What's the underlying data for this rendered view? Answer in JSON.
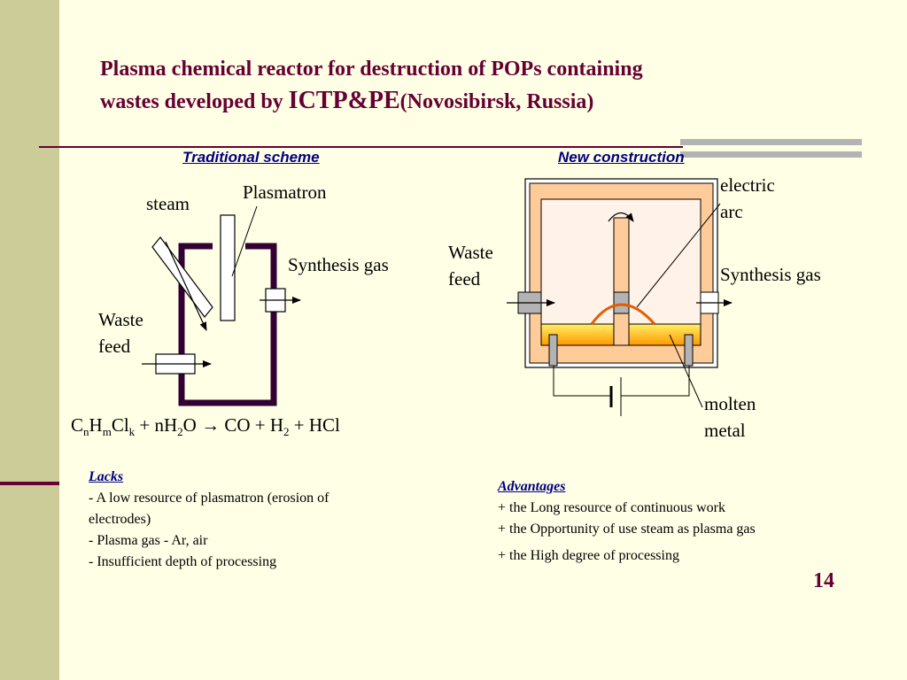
{
  "title": {
    "line1": "Plasma chemical reactor for destruction of POPs containing",
    "line2_prefix": "wastes developed by ",
    "line2_org": "ICTP&PE",
    "line2_suffix": "(Novosibirsk, Russia)"
  },
  "left_scheme": {
    "heading": "Traditional scheme",
    "steam": "steam",
    "plasmatron": "Plasmatron",
    "synthesis_gas": "Synthesis gas",
    "waste_line1": "Waste",
    "waste_line2": "feed"
  },
  "right_scheme": {
    "heading": "New construction",
    "electric_line1": "electric",
    "electric_line2": "arc",
    "waste_line1": "Waste",
    "waste_line2": "feed",
    "synthesis_gas": "Synthesis gas",
    "molten_line1": "molten",
    "molten_line2": "metal"
  },
  "equation": {
    "c": "C",
    "n": "n",
    "h": "H",
    "m": "m",
    "cl": "Cl",
    "k": "k",
    "plus1": " + nH",
    "two1": "2",
    "o": "O ",
    "arrow": "→",
    "co": " CO + H",
    "two2": "2",
    "hcl": " + HCl"
  },
  "lacks": {
    "heading": "Lacks",
    "items": [
      "- A low resource of plasmatron (erosion of",
      "electrodes)",
      "- Plasma gas - Ar, air",
      "- Insufficient depth of processing"
    ]
  },
  "advantages": {
    "heading": "Advantages",
    "items": [
      "+ the Long resource of continuous work",
      "+ the Opportunity of use steam as plasma gas",
      "+ the High degree of processing"
    ]
  },
  "page_number": "14",
  "colors": {
    "background": "#ffffe6",
    "side_band": "#cccc99",
    "accent": "#660033",
    "heading_blue": "#000080",
    "reactor_frame": "#330033",
    "vessel_outer": "#ffcc99",
    "vessel_inner": "#fff2e8",
    "molten": "#ffcc00",
    "arc": "#e65c00",
    "electrode": "#b3b3b3"
  }
}
